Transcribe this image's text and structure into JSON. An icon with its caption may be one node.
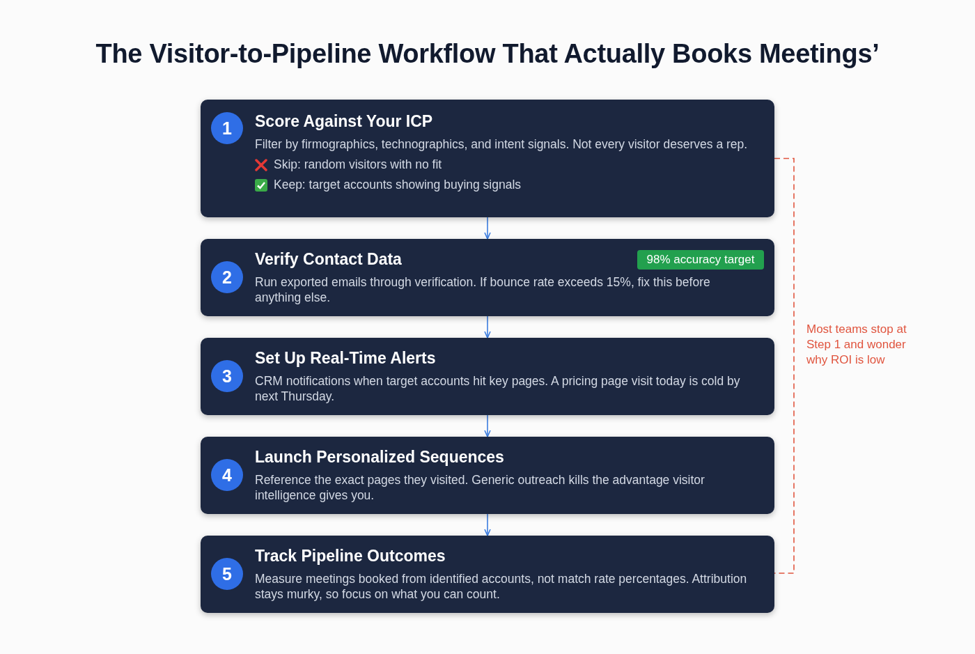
{
  "diagram": {
    "title": "The Visitor-to-Pipeline Workflow That Actually Books Meetings’",
    "nodes": [
      {
        "text": [
          "Score Against Your ICP",
          "Filter by firmographics, technographics, and intent signals. Not every visitor deserves a rep.",
          "Skip: random visitors with no fit",
          "Keep: target accounts showing buying signals"
        ]
      },
      {
        "text": [
          "1"
        ],
        "in": 0
      },
      {
        "text": [
          "Verify Contact Data",
          "Run exported emails through verification. If bounce rate exceeds 15%, fix this before anything else."
        ]
      },
      {
        "text": [
          "2"
        ],
        "in": 2
      },
      {
        "text": [
          "98% accuracy target"
        ],
        "in": 2
      },
      {
        "text": [
          "Set Up Real-Time Alerts",
          "CRM notifications when target accounts hit key pages. A pricing page visit today is cold by next Thursday."
        ]
      },
      {
        "text": [
          "3"
        ],
        "in": 5
      },
      {
        "text": [
          "Launch Personalized Sequences",
          "Reference the exact pages they visited. Generic outreach kills the advantage visitor intelligence gives you."
        ]
      },
      {
        "text": [
          "4"
        ],
        "in": 7
      },
      {
        "text": [
          "Track Pipeline Outcomes",
          "Measure meetings booked from identified accounts, not match rate percentages. Attribution stays murky, so focus on what you can count."
        ]
      },
      {
        "text": [
          "5"
        ],
        "in": 9
      }
    ],
    "edges": [
      {
        "from": 0,
        "to": 2,
        "arrow": "to"
      },
      {
        "from": 2,
        "to": 5,
        "arrow": "to"
      },
      {
        "from": 5,
        "to": 7,
        "arrow": "to"
      },
      {
        "from": 7,
        "to": 9,
        "arrow": "to"
      },
      {
        "from": 0,
        "to": 9,
        "arrow": "none",
        "style": "dashed",
        "color": "#e0553f"
      }
    ],
    "labels": [
      "Most teams stop at Step 1 and wonder why ROI is low"
    ]
  }
}
